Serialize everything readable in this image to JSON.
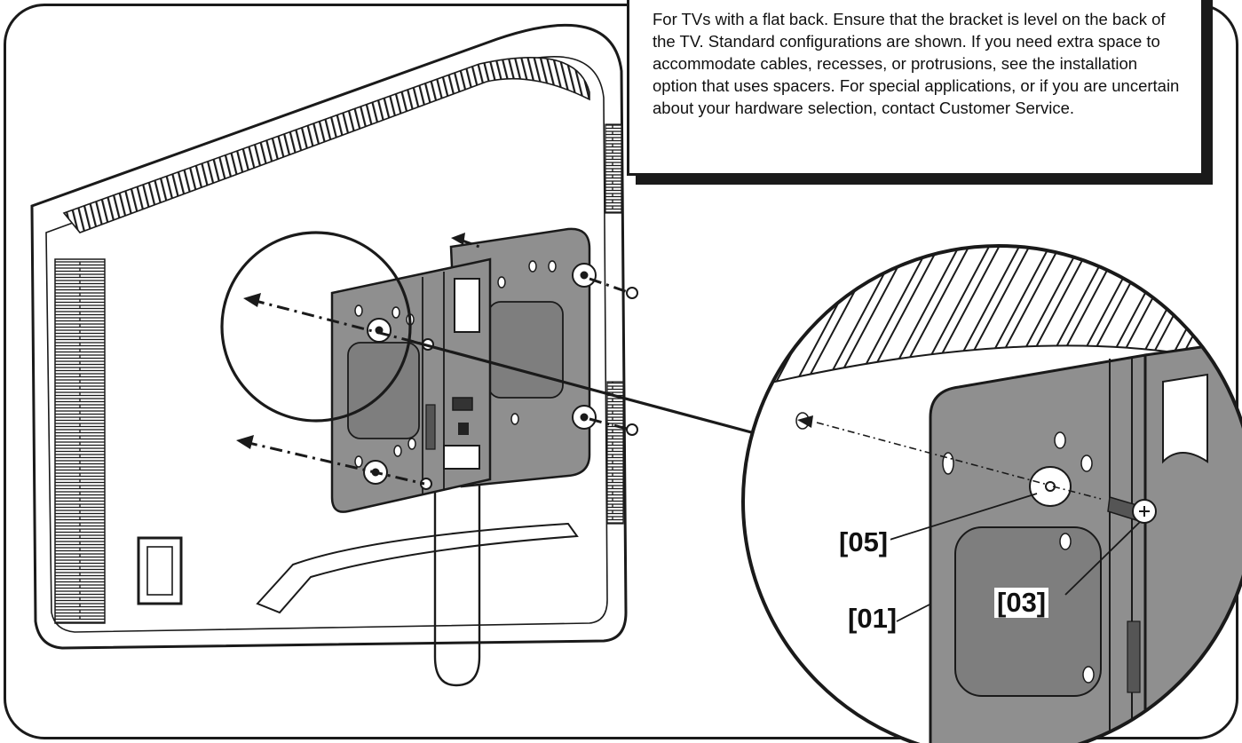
{
  "instruction": {
    "text": "For TVs with a flat back. Ensure that the bracket is level on the back of the TV.  Standard configurations are shown.  If you need extra space to accommodate cables, recesses, or protrusions, see the installation option that uses spacers. For special applications, or if you are uncertain about your hardware selection, contact Customer Service."
  },
  "callouts": {
    "washer": "[05]",
    "bracket": "[01]",
    "screw": "[03]"
  },
  "colors": {
    "line": "#1a1a1a",
    "plate": "#8f8f8f",
    "plate_dark": "#6b6b6b",
    "tv_back": "#ffffff"
  }
}
